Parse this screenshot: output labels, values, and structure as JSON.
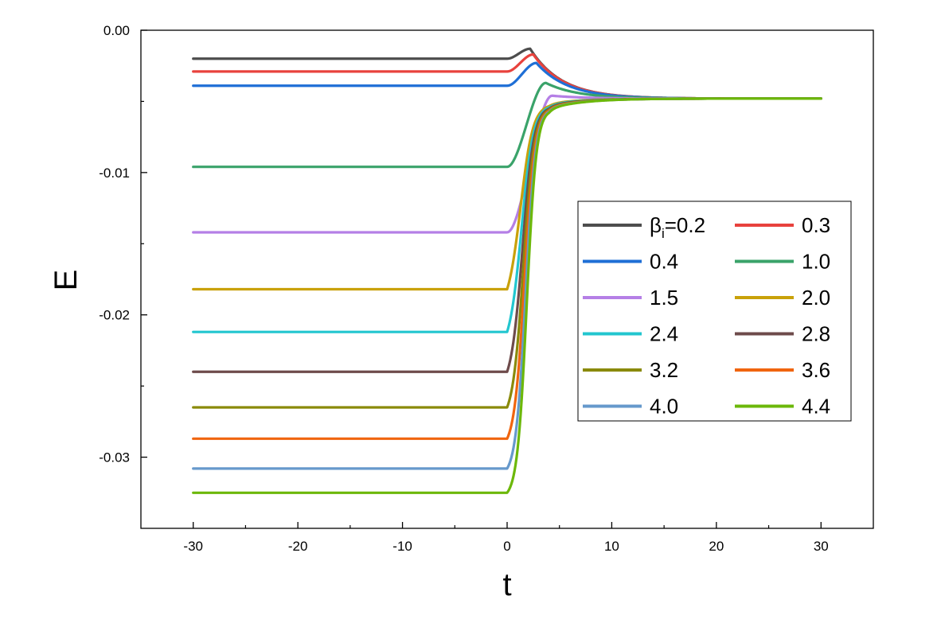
{
  "chart_data": {
    "type": "line",
    "xlabel": "t",
    "ylabel": "E",
    "xlim": [
      -35,
      35
    ],
    "ylim": [
      -0.035,
      0.0
    ],
    "xticks": [
      -30,
      -20,
      -10,
      0,
      10,
      20,
      30
    ],
    "xtick_labels": [
      "-30",
      "-20",
      "-10",
      "0",
      "10",
      "20",
      "30"
    ],
    "yticks": [
      0.0,
      -0.01,
      -0.02,
      -0.03
    ],
    "ytick_labels": [
      "0.00",
      "-0.01",
      "-0.02",
      "-0.03"
    ],
    "grid": false,
    "legend_position": "center-right",
    "legend_prefix": "β",
    "legend_sub": "i",
    "legend_eq": "=",
    "x_range": [
      -30,
      30
    ],
    "final_value": -0.0048,
    "series": [
      {
        "name": "0.2",
        "color": "#4d4d4d",
        "initial": -0.002,
        "peak": -0.0013,
        "peak_t": 2.2
      },
      {
        "name": "0.3",
        "color": "#e8423d",
        "initial": -0.0029,
        "peak": -0.0017,
        "peak_t": 2.5
      },
      {
        "name": "0.4",
        "color": "#1f6fd6",
        "initial": -0.0039,
        "peak": -0.0023,
        "peak_t": 2.8
      },
      {
        "name": "1.0",
        "color": "#3aa36a",
        "initial": -0.0096,
        "peak": -0.0037,
        "peak_t": 3.7
      },
      {
        "name": "1.5",
        "color": "#b57fe6",
        "initial": -0.0142,
        "peak": -0.0046,
        "peak_t": 4.3
      },
      {
        "name": "2.0",
        "color": "#c9a10a",
        "initial": -0.0182,
        "peak": null,
        "peak_t": null
      },
      {
        "name": "2.4",
        "color": "#22c6cf",
        "initial": -0.0212,
        "peak": null,
        "peak_t": null
      },
      {
        "name": "2.8",
        "color": "#6e4b4b",
        "initial": -0.024,
        "peak": null,
        "peak_t": null
      },
      {
        "name": "3.2",
        "color": "#8a8a0a",
        "initial": -0.0265,
        "peak": null,
        "peak_t": null
      },
      {
        "name": "3.6",
        "color": "#f0650f",
        "initial": -0.0287,
        "peak": null,
        "peak_t": null
      },
      {
        "name": "4.0",
        "color": "#6699cc",
        "initial": -0.0308,
        "peak": null,
        "peak_t": null
      },
      {
        "name": "4.4",
        "color": "#6cb80a",
        "initial": -0.0325,
        "peak": null,
        "peak_t": null
      }
    ]
  }
}
